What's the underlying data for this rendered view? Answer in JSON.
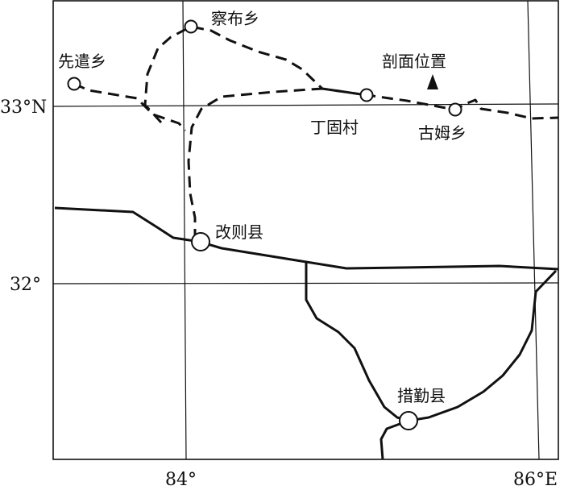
{
  "map": {
    "settlements": {
      "xianqian": "先遣乡",
      "chabu": "察布乡",
      "dinggu": "丁固村",
      "gumu": "古姆乡",
      "gaize": "改则县",
      "cuoqin": "措勤县"
    },
    "profile_label": "剖面位置",
    "lat_labels": [
      "33°N",
      "32°"
    ],
    "lon_labels": [
      "84°",
      "86°E"
    ],
    "line_color": "#111111"
  }
}
